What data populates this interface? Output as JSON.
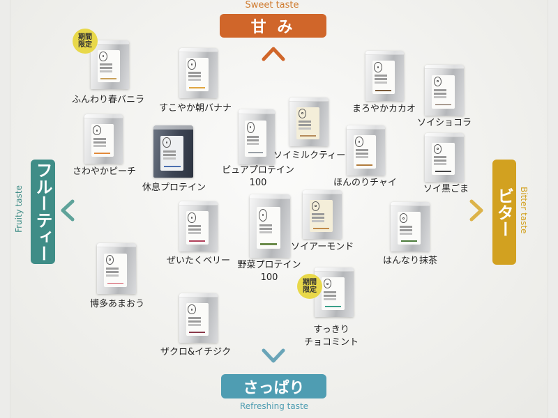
{
  "axes": {
    "top": {
      "label": "甘 み",
      "english": "Sweet taste"
    },
    "bottom": {
      "label": "さっぱり",
      "english": "Refreshing taste"
    },
    "left": {
      "label": "フルーティー",
      "english": "Fruity taste"
    },
    "right": {
      "label": "ビター",
      "english": "Bitter taste"
    }
  },
  "colors": {
    "sweet": "#d0662a",
    "refreshing": "#4f9db2",
    "fruity": "#3f8d87",
    "bitter": "#d2a120"
  },
  "badge_text": "期間限定",
  "products": [
    {
      "id": "haru-vanilla",
      "name": "ふんわり春バニラ",
      "name2": "",
      "limited": true,
      "style": "silver",
      "stripe": "#c9a15a"
    },
    {
      "id": "asa-banana",
      "name": "すこやか朝バナナ",
      "name2": "",
      "limited": false,
      "style": "silver",
      "stripe": "#e0a540"
    },
    {
      "id": "maroyaka-cacao",
      "name": "まろやかカカオ",
      "name2": "",
      "limited": false,
      "style": "silver",
      "stripe": "#7a5a3a"
    },
    {
      "id": "soy-chocolat",
      "name": "ソイショコラ",
      "name2": "",
      "limited": false,
      "style": "silver",
      "stripe": "#5a3e2b"
    },
    {
      "id": "sawayaka-peach",
      "name": "さわやかピーチ",
      "name2": "",
      "limited": false,
      "style": "silver",
      "stripe": "#e28a3a"
    },
    {
      "id": "kyusoku",
      "name": "休息プロテイン",
      "name2": "",
      "limited": false,
      "style": "dark",
      "stripe": "#4a6fb0"
    },
    {
      "id": "pure-100",
      "name": "ピュアプロテイン",
      "name2": "100",
      "limited": false,
      "style": "silver",
      "stripe": "#9aa0a6"
    },
    {
      "id": "soy-milk-tea",
      "name": "ソイミルクティー",
      "name2": "",
      "limited": false,
      "style": "cream",
      "stripe": "#b58a5a"
    },
    {
      "id": "honnori-chai",
      "name": "ほんのりチャイ",
      "name2": "",
      "limited": false,
      "style": "silver",
      "stripe": "#b07a3a"
    },
    {
      "id": "soy-kurogoma",
      "name": "ソイ黒ごま",
      "name2": "",
      "limited": false,
      "style": "silver",
      "stripe": "#444444"
    },
    {
      "id": "zeitaku-berry",
      "name": "ぜいたくベリー",
      "name2": "",
      "limited": false,
      "style": "silver",
      "stripe": "#b0405a"
    },
    {
      "id": "yasai-100",
      "name": "野菜プロテイン",
      "name2": "100",
      "limited": false,
      "style": "silver",
      "stripe": "#6a8a4a"
    },
    {
      "id": "soy-almond",
      "name": "ソイアーモンド",
      "name2": "",
      "limited": false,
      "style": "cream",
      "stripe": "#c08a4a"
    },
    {
      "id": "hannari-matcha",
      "name": "はんなり抹茶",
      "name2": "",
      "limited": false,
      "style": "silver",
      "stripe": "#4a7a3a"
    },
    {
      "id": "hakata-amaou",
      "name": "博多あまおう",
      "name2": "",
      "limited": false,
      "style": "silver",
      "stripe": "#d04a5a"
    },
    {
      "id": "choco-mint",
      "name": "すっきり",
      "name2": "チョコミント",
      "limited": true,
      "style": "silver",
      "stripe": "#3aa08a"
    },
    {
      "id": "zakuro-ichijiku",
      "name": "ザクロ&イチジク",
      "name2": "",
      "limited": false,
      "style": "silver",
      "stripe": "#8a3a4a"
    }
  ]
}
